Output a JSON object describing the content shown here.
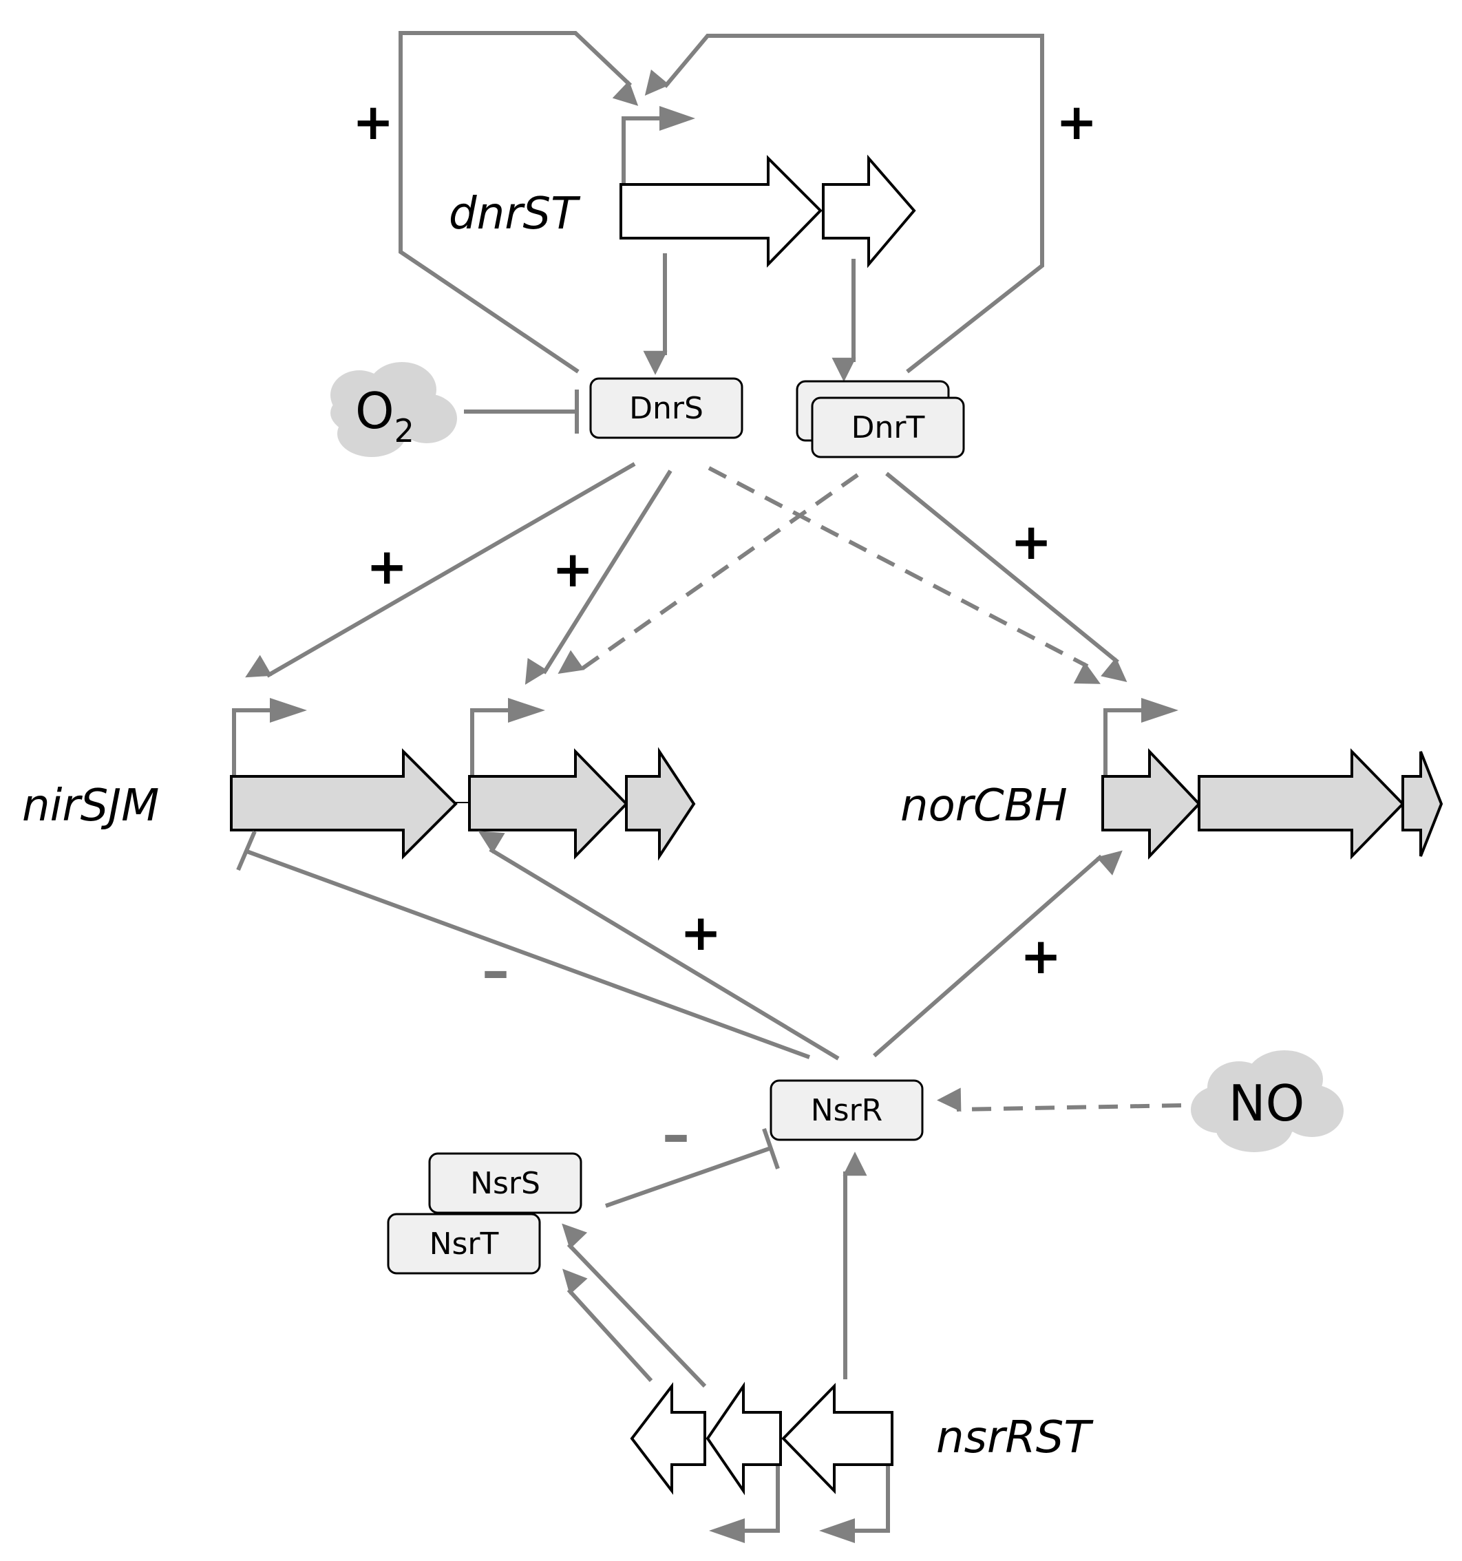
{
  "genes": {
    "dnrST": "dnrST",
    "nirSJM": "nirSJM",
    "norCBH": "norCBH",
    "nsrRST": "nsrRST"
  },
  "proteins": {
    "dnrs": "DnrS",
    "dnrt": "DnrT",
    "nsrr": "NsrR",
    "nsrs": "NsrS",
    "nsrt": "NsrT"
  },
  "signals": {
    "oxygen_base": "O",
    "oxygen_sub": "2",
    "nitric_oxide": "NO"
  },
  "edge_signs": {
    "dnrs_autoreg": "+",
    "dnrt_autoreg": "+",
    "dnrs_to_nir_promoter1": "+",
    "dnrs_to_nir_promoter2": "+",
    "dnrt_to_nor": "+",
    "nsrr_repress_nir": "–",
    "nsrr_activate_nir_promoter2": "+",
    "nsrr_activate_nor": "+",
    "nsrst_repress_nsrr": "–"
  },
  "colors": {
    "edge": "#808080",
    "gene_fill_grey": "#d9d9d9",
    "protein_box": "#f0f0f0",
    "cloud": "#d6d6d6"
  }
}
